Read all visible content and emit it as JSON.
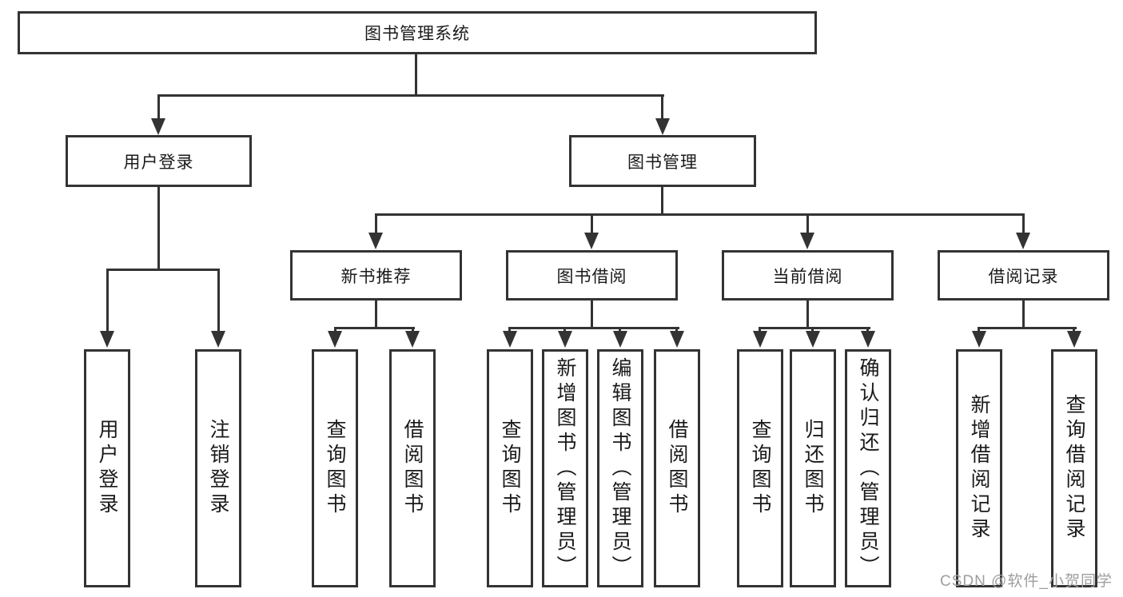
{
  "diagram": {
    "root": "图书管理系统",
    "level2": {
      "user_login": "用户登录",
      "book_mgmt": "图书管理"
    },
    "level3": {
      "new_book_rec": "新书推荐",
      "book_borrow": "图书借阅",
      "current_borrow": "当前借阅",
      "borrow_record": "借阅记录"
    },
    "leaves": {
      "user_login": [
        "用户登录",
        "注销登录"
      ],
      "new_book_rec": [
        "查询图书",
        "借阅图书"
      ],
      "book_borrow": [
        "查询图书",
        "新增图书（管理员）",
        "编辑图书（管理员）",
        "借阅图书"
      ],
      "current_borrow": [
        "查询图书",
        "归还图书",
        "确认归还（管理员）"
      ],
      "borrow_record": [
        "新增借阅记录",
        "查询借阅记录"
      ]
    }
  },
  "watermark": "CSDN @软件_小贺同学",
  "colors": {
    "line": "#333333",
    "border": "#333333",
    "text": "#1a1a1a",
    "background": "#ffffff",
    "watermark": "#9e9e9e"
  }
}
